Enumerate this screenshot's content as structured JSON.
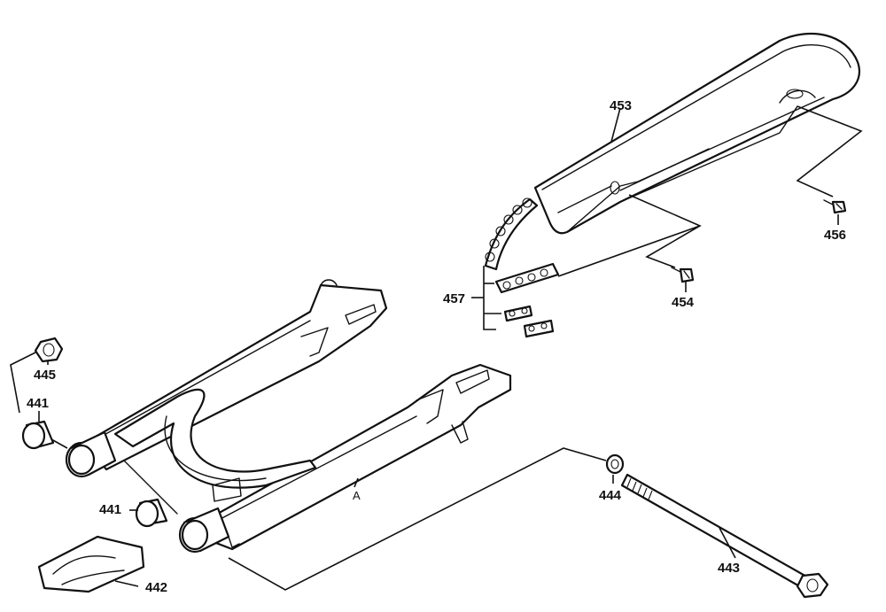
{
  "callouts": {
    "p453": "453",
    "p456": "456",
    "p454": "454",
    "p457": "457",
    "p445": "445",
    "p441_top": "441",
    "p441_bottom": "441",
    "p442": "442",
    "p444": "444",
    "p443": "443",
    "a": "A"
  }
}
